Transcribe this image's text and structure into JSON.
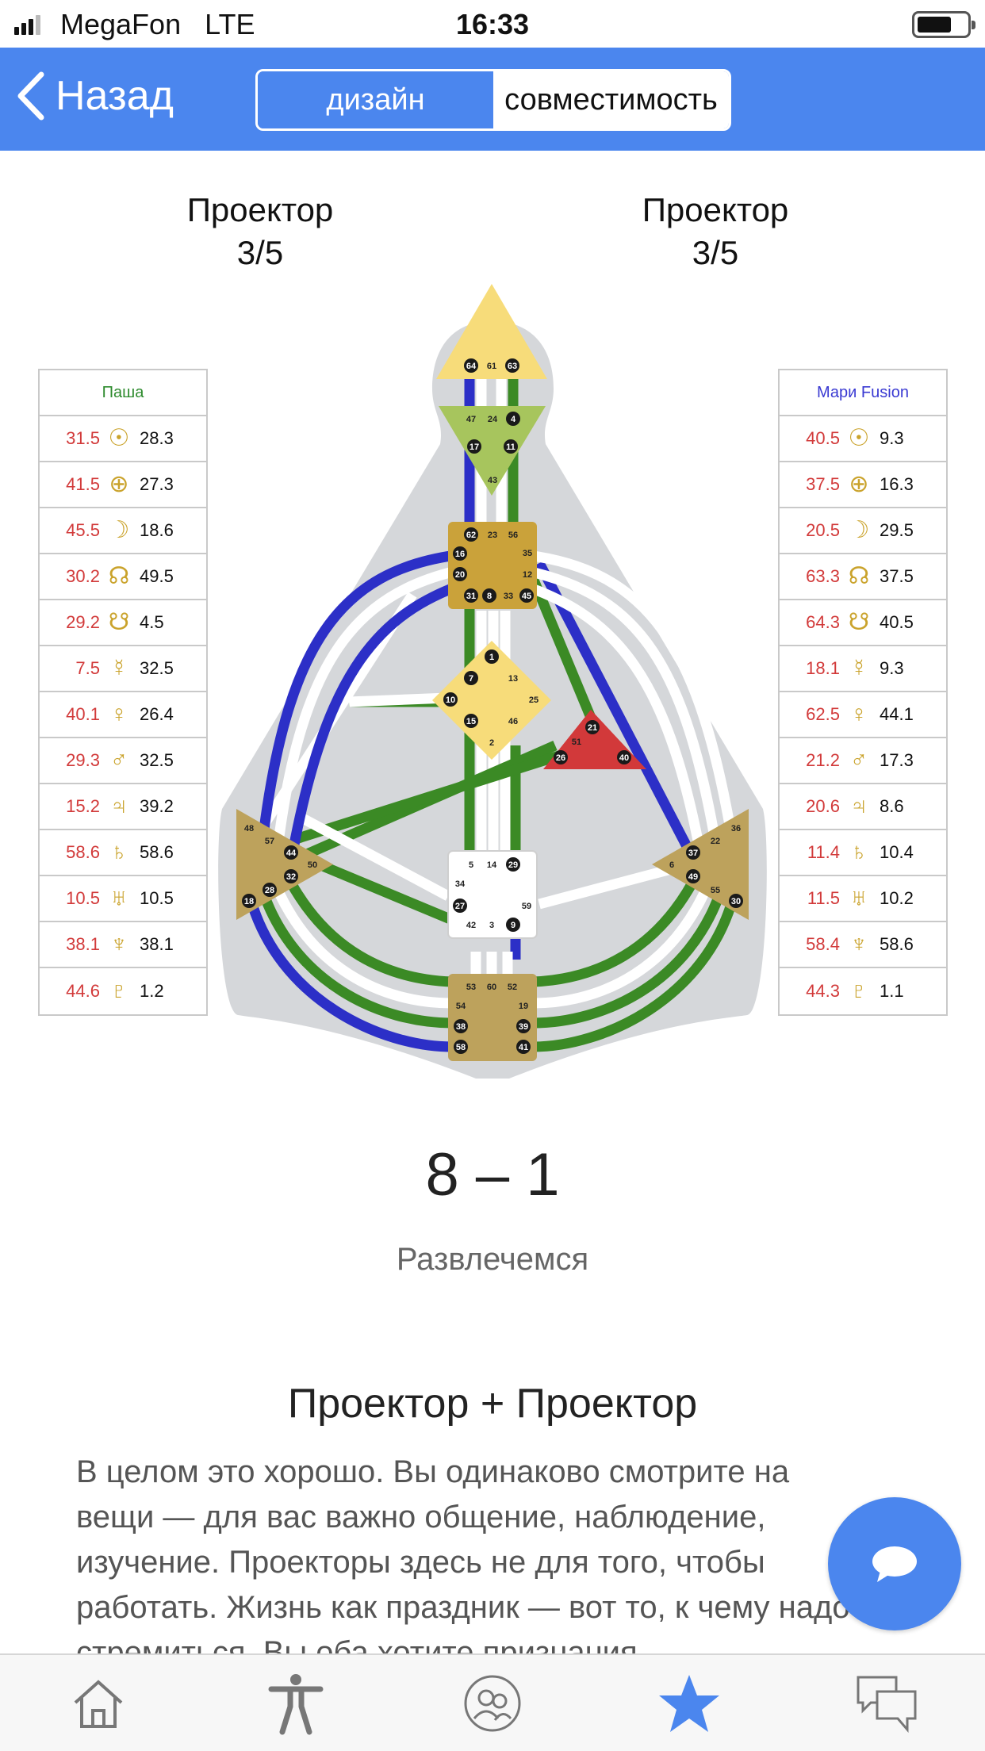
{
  "status_bar": {
    "carrier": "MegaFon",
    "network": "LTE",
    "time": "16:33"
  },
  "nav": {
    "back_label": "Назад",
    "segments": [
      "дизайн",
      "совместимость"
    ],
    "active_segment": "дизайн"
  },
  "left_person": {
    "type": "Проектор",
    "profile": "3/5",
    "name": "Паша",
    "name_color": "#2e8b2e",
    "planets": [
      {
        "icon": "sun-icon",
        "design": "31.5",
        "personality": "28.3"
      },
      {
        "icon": "earth-icon",
        "design": "41.5",
        "personality": "27.3"
      },
      {
        "icon": "moon-icon",
        "design": "45.5",
        "personality": "18.6"
      },
      {
        "icon": "north-node-icon",
        "design": "30.2",
        "personality": "49.5"
      },
      {
        "icon": "south-node-icon",
        "design": "29.2",
        "personality": "4.5"
      },
      {
        "icon": "mercury-icon",
        "design": "7.5",
        "personality": "32.5"
      },
      {
        "icon": "venus-icon",
        "design": "40.1",
        "personality": "26.4"
      },
      {
        "icon": "mars-icon",
        "design": "29.3",
        "personality": "32.5"
      },
      {
        "icon": "jupiter-icon",
        "design": "15.2",
        "personality": "39.2"
      },
      {
        "icon": "saturn-icon",
        "design": "58.6",
        "personality": "58.6"
      },
      {
        "icon": "uranus-icon",
        "design": "10.5",
        "personality": "10.5"
      },
      {
        "icon": "neptune-icon",
        "design": "38.1",
        "personality": "38.1"
      },
      {
        "icon": "pluto-icon",
        "design": "44.6",
        "personality": "1.2"
      }
    ]
  },
  "right_person": {
    "type": "Проектор",
    "profile": "3/5",
    "name": "Мари Fusion",
    "name_color": "#3a3ad2",
    "planets": [
      {
        "icon": "sun-icon",
        "design": "40.5",
        "personality": "9.3"
      },
      {
        "icon": "earth-icon",
        "design": "37.5",
        "personality": "16.3"
      },
      {
        "icon": "moon-icon",
        "design": "20.5",
        "personality": "29.5"
      },
      {
        "icon": "north-node-icon",
        "design": "63.3",
        "personality": "37.5"
      },
      {
        "icon": "south-node-icon",
        "design": "64.3",
        "personality": "40.5"
      },
      {
        "icon": "mercury-icon",
        "design": "18.1",
        "personality": "9.3"
      },
      {
        "icon": "venus-icon",
        "design": "62.5",
        "personality": "44.1"
      },
      {
        "icon": "mars-icon",
        "design": "21.2",
        "personality": "17.3"
      },
      {
        "icon": "jupiter-icon",
        "design": "20.6",
        "personality": "8.6"
      },
      {
        "icon": "saturn-icon",
        "design": "11.4",
        "personality": "10.4"
      },
      {
        "icon": "uranus-icon",
        "design": "11.5",
        "personality": "10.2"
      },
      {
        "icon": "neptune-icon",
        "design": "58.4",
        "personality": "58.6"
      },
      {
        "icon": "pluto-icon",
        "design": "44.3",
        "personality": "1.1"
      }
    ]
  },
  "glyphs": {
    "sun-icon": "☉",
    "earth-icon": "⊕",
    "moon-icon": "☽",
    "north-node-icon": "☊",
    "south-node-icon": "☋",
    "mercury-icon": "☿",
    "venus-icon": "♀",
    "mars-icon": "♂",
    "jupiter-icon": "♃",
    "saturn-icon": "♄",
    "uranus-icon": "♅",
    "neptune-icon": "♆",
    "pluto-icon": "♇"
  },
  "bodygraph": {
    "colors": {
      "head": "#f7dc7a",
      "ajna": "#a7c55d",
      "throat": "#caa23a",
      "g": "#f7dc7a",
      "ego": "#d2393a",
      "spleen": "#bda25c",
      "solar": "#bda25c",
      "sacral": "#bda25c",
      "root": "#bda25c",
      "body": "#d5d7da",
      "green": "#3b8a25",
      "blue": "#2c2fc7"
    },
    "gates": {
      "head": [
        {
          "n": "64",
          "active": true
        },
        {
          "n": "61",
          "active": false
        },
        {
          "n": "63",
          "active": true
        }
      ],
      "ajna": [
        {
          "n": "47",
          "active": false
        },
        {
          "n": "24",
          "active": false
        },
        {
          "n": "4",
          "active": true
        },
        {
          "n": "17",
          "active": true
        },
        {
          "n": "11",
          "active": true
        },
        {
          "n": "43",
          "active": false
        }
      ],
      "throat": [
        {
          "n": "62",
          "active": true
        },
        {
          "n": "23",
          "active": false
        },
        {
          "n": "56",
          "active": false
        },
        {
          "n": "16",
          "active": true
        },
        {
          "n": "35",
          "active": false
        },
        {
          "n": "20",
          "active": true
        },
        {
          "n": "12",
          "active": false
        },
        {
          "n": "31",
          "active": true
        },
        {
          "n": "8",
          "active": true
        },
        {
          "n": "33",
          "active": false
        },
        {
          "n": "45",
          "active": true
        }
      ],
      "g": [
        {
          "n": "1",
          "active": true
        },
        {
          "n": "7",
          "active": true
        },
        {
          "n": "13",
          "active": false
        },
        {
          "n": "10",
          "active": true
        },
        {
          "n": "25",
          "active": false
        },
        {
          "n": "15",
          "active": true
        },
        {
          "n": "46",
          "active": false
        },
        {
          "n": "2",
          "active": false
        }
      ],
      "ego": [
        {
          "n": "21",
          "active": true
        },
        {
          "n": "51",
          "active": false
        },
        {
          "n": "26",
          "active": true
        },
        {
          "n": "40",
          "active": true
        }
      ],
      "spleen": [
        {
          "n": "48",
          "active": false
        },
        {
          "n": "57",
          "active": false
        },
        {
          "n": "44",
          "active": true
        },
        {
          "n": "50",
          "active": false
        },
        {
          "n": "32",
          "active": true
        },
        {
          "n": "28",
          "active": true
        },
        {
          "n": "18",
          "active": true
        }
      ],
      "solar": [
        {
          "n": "36",
          "active": false
        },
        {
          "n": "22",
          "active": false
        },
        {
          "n": "37",
          "active": true
        },
        {
          "n": "6",
          "active": false
        },
        {
          "n": "49",
          "active": true
        },
        {
          "n": "55",
          "active": false
        },
        {
          "n": "30",
          "active": true
        }
      ],
      "sacral": [
        {
          "n": "5",
          "active": false
        },
        {
          "n": "14",
          "active": false
        },
        {
          "n": "29",
          "active": true
        },
        {
          "n": "34",
          "active": false
        },
        {
          "n": "27",
          "active": true
        },
        {
          "n": "59",
          "active": false
        },
        {
          "n": "42",
          "active": false
        },
        {
          "n": "3",
          "active": false
        },
        {
          "n": "9",
          "active": true
        }
      ],
      "root": [
        {
          "n": "53",
          "active": false
        },
        {
          "n": "60",
          "active": false
        },
        {
          "n": "52",
          "active": false
        },
        {
          "n": "54",
          "active": false
        },
        {
          "n": "19",
          "active": false
        },
        {
          "n": "38",
          "active": true
        },
        {
          "n": "39",
          "active": true
        },
        {
          "n": "58",
          "active": true
        },
        {
          "n": "41",
          "active": true
        }
      ]
    }
  },
  "result": {
    "score": "8 – 1",
    "label": "Развлечемся",
    "combo_title": "Проектор + Проектор",
    "description": "В целом это хорошо. Вы одинаково смотрите на вещи — для вас важно общение, наблюдение, изучение. Проекторы здесь не для того, чтобы работать. Жизнь как праздник — вот то, к чему надо стремиться. Вы оба хотите признания"
  },
  "tabs": [
    {
      "name": "tab-home",
      "icon": "home-icon",
      "active": false
    },
    {
      "name": "tab-person",
      "icon": "person-icon",
      "active": false
    },
    {
      "name": "tab-partners",
      "icon": "partners-icon",
      "active": false
    },
    {
      "name": "tab-favorites",
      "icon": "star-icon",
      "active": true
    },
    {
      "name": "tab-messages",
      "icon": "chat-bubbles-icon",
      "active": false
    }
  ]
}
